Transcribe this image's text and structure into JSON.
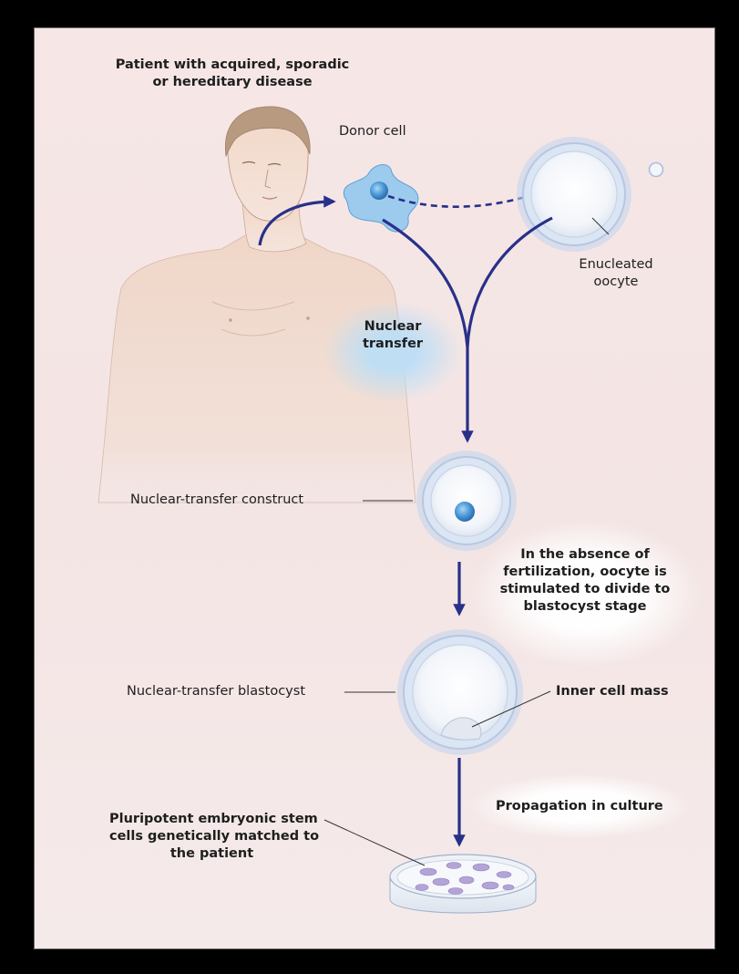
{
  "patient": {
    "label_line1": "Patient with acquired, sporadic",
    "label_line2": "or hereditary disease"
  },
  "donor_cell": {
    "label": "Donor cell"
  },
  "enucleated_oocyte": {
    "label_line1": "Enucleated",
    "label_line2": "oocyte"
  },
  "nuclear_transfer": {
    "label_line1": "Nuclear",
    "label_line2": "transfer"
  },
  "construct": {
    "label": "Nuclear-transfer construct"
  },
  "stimulation_note": {
    "line1": "In the absence of",
    "line2": "fertilization, oocyte is",
    "line3": "stimulated to divide to",
    "line4": "blastocyst stage"
  },
  "blastocyst": {
    "label": "Nuclear-transfer blastocyst"
  },
  "inner_cell_mass": {
    "label": "Inner cell mass"
  },
  "propagation": {
    "label": "Propagation in culture"
  },
  "stem_cells": {
    "line1": "Pluripotent embryonic stem",
    "line2": "cells genetically matched to",
    "line3": "the patient"
  },
  "colors": {
    "arrow": "#28308a",
    "cell_ring": "#b4c8e4",
    "nucleus": "#4a98d6",
    "background": "#f4e6e6"
  }
}
